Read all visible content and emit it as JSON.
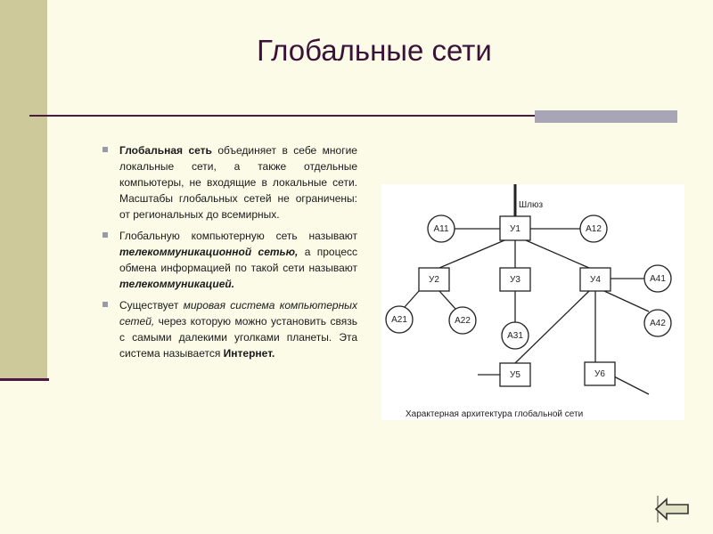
{
  "slide": {
    "title": "Глобальные сети",
    "paragraphs": {
      "p1": {
        "t1": "Глобальная сеть",
        "t2": " объединяет в себе многие локальные сети, а также отдельные компьютеры, не входящие в локальные сети. Масштабы глобальных сетей не ограничены: от региональных до всемирных."
      },
      "p2": {
        "t1": "Глобальную компьютерную сеть называют ",
        "t2": "телекоммуникационной сетью,",
        "t3": " а процесс обмена информацией по такой сети называют ",
        "t4": "телекоммуникацией."
      },
      "p3": {
        "t1": "Существует ",
        "t2": "мировая система компьютерных сетей,",
        "t3": " через которую можно установить связь с самыми далекими уголками планеты. Эта система называется ",
        "t4": "Интернет."
      }
    }
  },
  "diagram": {
    "gateway_label": "Шлюз",
    "caption": "Характерная архитектура глобальной сети",
    "nodes": {
      "y1": "У1",
      "y2": "У2",
      "y3": "У3",
      "y4": "У4",
      "y5": "У5",
      "y6": "У6",
      "a11": "А11",
      "a12": "А12",
      "a21": "А21",
      "a22": "А22",
      "a31": "А31",
      "a41": "А41",
      "a42": "А42"
    }
  },
  "navigation": {
    "back_icon": "back-arrow-icon"
  },
  "colors": {
    "background": "#fbfbe8",
    "left_bar": "#cdc99a",
    "title": "#3a1238",
    "rule": "#4a1a42",
    "rule_block": "#a8a6b6"
  }
}
